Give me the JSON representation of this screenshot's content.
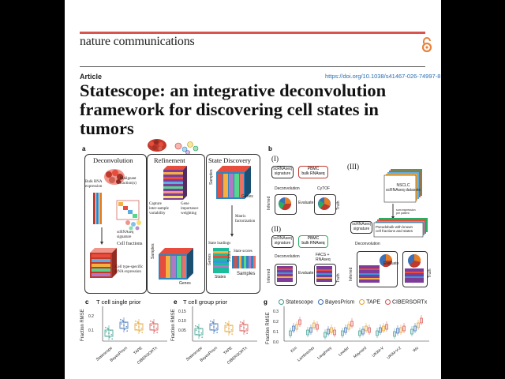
{
  "journal": {
    "name": "nature communications",
    "article_label": "Article",
    "doi": "https://doi.org/10.1038/s41467-026-74997-8"
  },
  "title": "Statescope: an integrative deconvolution framework for discovering cell states in tumors",
  "panel_letters": {
    "a": "a",
    "b": "b",
    "c": "c",
    "e": "e",
    "g": "g"
  },
  "panel_a": {
    "deconvolution": {
      "title": "Deconvolution",
      "bulk": "Bulk RNA\nexpression",
      "malignant": "Malignant\nfraction(s)",
      "scrnaseq": "scRNAseq\nsignature",
      "cell_fractions": "Cell fractions",
      "cell_type_specific": "Cell type-specific\nRNA expression",
      "side": "Deconvolution"
    },
    "refinement": {
      "title": "Refinement",
      "capture": "Capture\ninter-sample\nvariability",
      "gene": "Gene\nimportance\nweighting",
      "samples": "Samples",
      "genes": "Genes"
    },
    "state_discovery": {
      "title": "State Discovery",
      "samples": "Samples",
      "genes": "Genes",
      "matrix": "Matrix\nfactorization",
      "state_loadings": "State loadings",
      "state_scores": "State scores",
      "genes2": "Genes",
      "states": "States",
      "states2": "States",
      "samples2": "Samples"
    }
  },
  "panel_b": {
    "i": "(I)",
    "ii": "(II)",
    "iii": "(III)",
    "scrnaseq_signature": "scRNAseq\nsignature",
    "pbmc_bulk": "PBMC\nbulk RNAseq",
    "deconvolution": "Deconvolution",
    "cytof": "CyTOF",
    "truth": "Truth",
    "inferred": "Inferred",
    "evaluate": "Evaluate",
    "facs": "FACS +\nRNAseq",
    "nsclc": "NSCLC\nscRNAseq datasets",
    "sum_expr": "sum expression\nper patient",
    "pseudobulk": "Pseudobulk with known\ncell fractions and states"
  },
  "panel_c": {
    "title": "T cell single prior",
    "ylabel": "Fraction RMSE",
    "ticks": [
      "0.2",
      "0.1"
    ],
    "methods": [
      "Statescope",
      "BayesPrism",
      "TAPE",
      "CIBERSORTx"
    ]
  },
  "panel_e": {
    "title": "T cell group prior",
    "ylabel": "Fraction RMSE",
    "ticks": [
      "0.15",
      "0.10",
      "0.05"
    ],
    "methods": [
      "Statescope",
      "BayesPrism",
      "TAPE",
      "CIBERSORTx"
    ]
  },
  "panel_g": {
    "legend": [
      "Statescope",
      "BayesPrism",
      "TAPE",
      "CIBERSORTx"
    ],
    "ylabel": "Fraction RMSE",
    "ticks": [
      "0.3",
      "0.2",
      "0.1",
      "0.0"
    ],
    "datasets": [
      "Kim",
      "Lambrechts",
      "Laughney",
      "Leader",
      "Maynard",
      "UKIM-V",
      "UKIM-V-2",
      "Wu"
    ]
  },
  "colors": {
    "statescope": "#3a9e8f",
    "bayesprism": "#3b6fb6",
    "tape": "#e0a030",
    "cibersortx": "#d9534f",
    "accent": "#d9534f"
  }
}
